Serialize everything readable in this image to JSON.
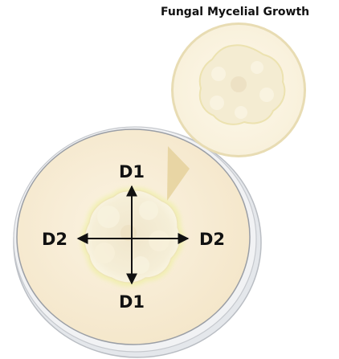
{
  "title": "Fungal Mycelial Growth",
  "labels": {
    "top": "D1",
    "bottom": "D1",
    "left": "D2",
    "right": "D2"
  },
  "colors": {
    "agar": "#f7ecd6",
    "dish_rim": "#c9ccd1",
    "colony_fill": "#f3ead0",
    "colony_edge": "#eef0a0",
    "callout_wedge": "#e6d39e",
    "magnifier_rim": "#eadfb8",
    "arrow": "#111111"
  }
}
